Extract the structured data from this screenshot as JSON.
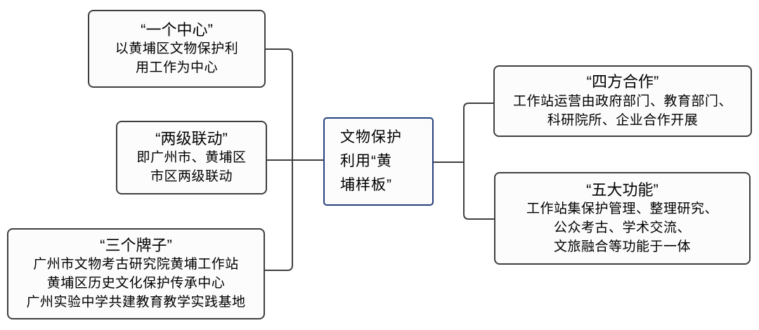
{
  "diagram": {
    "center_node": {
      "lines": [
        "文物保护",
        "利用“黄",
        "埔样板”"
      ]
    },
    "left_nodes": [
      {
        "title": "“一个中心”",
        "lines": [
          "以黄埔区文物保护利",
          "用工作为中心"
        ]
      },
      {
        "title": "“两级联动”",
        "lines": [
          "即广州市、黄埔区",
          "市区两级联动"
        ]
      },
      {
        "title": "“三个牌子”",
        "lines": [
          "广州市文物考古研究院黄埔工作站",
          "黄埔区历史文化保护传承中心",
          "广州实验中学共建教育教学实践基地"
        ]
      }
    ],
    "right_nodes": [
      {
        "title": "“四方合作”",
        "lines": [
          "工作站运营由政府部门、教育部门、",
          "科研院所、企业合作开展"
        ]
      },
      {
        "title": "“五大功能”",
        "lines": [
          "工作站集保护管理、整理研究、",
          "公众考古、学术交流、",
          "文旅融合等功能于一体"
        ]
      }
    ],
    "colors": {
      "bg": "#ffffff",
      "fill": "#fcfcfc",
      "border": "#3f3f3f",
      "connector": "#3f3f3f",
      "center_border": "#24417f",
      "text": "#000000"
    }
  }
}
